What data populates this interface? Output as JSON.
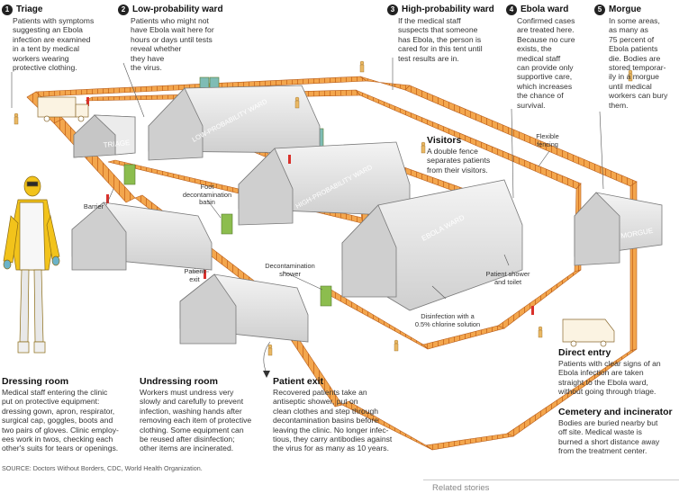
{
  "colors": {
    "fence": "#e8862a",
    "tent": "#e4e4e4",
    "tent_stroke": "#7a7a7a",
    "green": "#8cbd4e",
    "teal": "#7fbcb5",
    "suit_yellow": "#f2c31b",
    "red": "#d9302b"
  },
  "sections": {
    "triage": {
      "number": "1",
      "title": "Triage",
      "body": [
        "Patients with symptoms",
        "suggesting an Ebola",
        "infection are examined",
        "in a tent by medical",
        "workers wearing",
        "protective clothing."
      ]
    },
    "low": {
      "number": "2",
      "title": "Low-probability ward",
      "body": [
        "Patients who might not",
        "have Ebola wait here for",
        "hours or days until tests",
        "reveal whether",
        "they have",
        "the virus."
      ]
    },
    "high": {
      "number": "3",
      "title": "High-probability ward",
      "body": [
        "If the medical staff",
        "suspects that someone",
        "has Ebola, the person is",
        "cared for in this tent until",
        "test results are in."
      ]
    },
    "ebola": {
      "number": "4",
      "title": "Ebola ward",
      "body": [
        "Confirmed cases",
        "are treated here.",
        "Because no cure",
        "exists, the",
        "medical staff",
        "can provide only",
        "supportive care,",
        "which increases",
        "the chance of",
        "survival."
      ]
    },
    "morgue": {
      "number": "5",
      "title": "Morgue",
      "body": [
        "In some areas,",
        "as many as",
        "75 percent of",
        "Ebola patients",
        "die. Bodies are",
        "stored temporar-",
        "ily in a morgue",
        "until medical",
        "workers can bury",
        "them."
      ]
    },
    "dressing": {
      "title": "Dressing room",
      "body": [
        "Medical staff entering the clinic",
        "put on protective equipment:",
        "dressing gown, apron, respirator,",
        "surgical cap, goggles, boots and",
        "two pairs of gloves. Clinic employ-",
        "ees work in twos, checking each",
        "other's suits for tears or openings."
      ]
    },
    "undressing": {
      "title": "Undressing room",
      "body": [
        "Workers must undress very",
        "slowly and carefully to prevent",
        "infection, washing hands after",
        "removing each item of protective",
        "clothing. Some equipment can",
        "be reused after disinfection;",
        "other items are incinerated."
      ]
    },
    "exit": {
      "title": "Patient exit",
      "body": [
        "Recovered patients take an",
        "antiseptic shower, put on",
        "clean clothes and step through",
        "decontamination basins before",
        "leaving the clinic. No longer infec-",
        "tious, they carry antibodies against",
        "the virus for as many as 10 years."
      ]
    },
    "direct": {
      "title": "Direct entry",
      "body": [
        "Patients with clear signs of an",
        "Ebola infection are taken",
        "straight to the Ebola ward,",
        "without going through triage."
      ]
    },
    "cemetery": {
      "title": "Cemetery and incinerator",
      "body": [
        "Bodies are buried nearby but",
        "off site. Medical waste is",
        "burned a short distance away",
        "from the treatment center."
      ]
    },
    "visitors": {
      "title": "Visitors",
      "body": [
        "A double fence",
        "separates patients",
        "from their visitors."
      ]
    }
  },
  "labels": {
    "flexible": [
      "Flexible",
      "fencing"
    ],
    "foot": [
      "Foot",
      "decontamination",
      "basin"
    ],
    "barrier": "Barrier",
    "patient_exit": [
      "Patient",
      "exit"
    ],
    "decon_shower": [
      "Decontamination",
      "shower"
    ],
    "shower_toilet": [
      "Patient shower",
      "and toilet"
    ],
    "disinfection": [
      "Disinfection with a",
      "0.5% chlorine solution"
    ]
  },
  "tent_labels": {
    "triage": "TRIAGE",
    "low": "LOW-PROBABILITY WARD",
    "high": "HIGH-PROBABILITY WARD",
    "ebola": "EBOLA WARD",
    "morgue": "MORGUE"
  },
  "source": "SOURCE: Doctors Without Borders, CDC, World Health Organization.",
  "related": "Related stories"
}
